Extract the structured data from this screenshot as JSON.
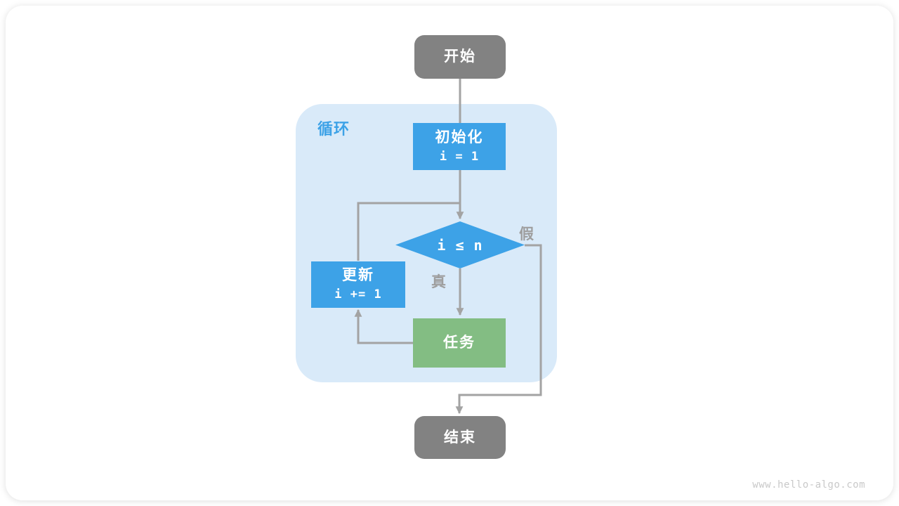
{
  "colors": {
    "node_blue": "#3da2e7",
    "node_green": "#83bd83",
    "node_gray": "#828282",
    "container_blue": "#d9eaf9",
    "label_blue": "#3da2e7",
    "line_gray": "#a3a3a3",
    "branch_label_gray": "#9e9e9e",
    "watermark_gray": "#c9c9c9"
  },
  "flowchart": {
    "start": {
      "label": "开始"
    },
    "loop_container": {
      "label": "循环"
    },
    "init": {
      "title": "初始化",
      "code": "i = 1"
    },
    "condition": {
      "code": "i ≤ n"
    },
    "branch_true": {
      "label": "真"
    },
    "branch_false": {
      "label": "假"
    },
    "task": {
      "label": "任务"
    },
    "update": {
      "title": "更新",
      "code": "i += 1"
    },
    "end": {
      "label": "结束"
    }
  },
  "page": {
    "watermark": "www.hello-algo.com"
  }
}
